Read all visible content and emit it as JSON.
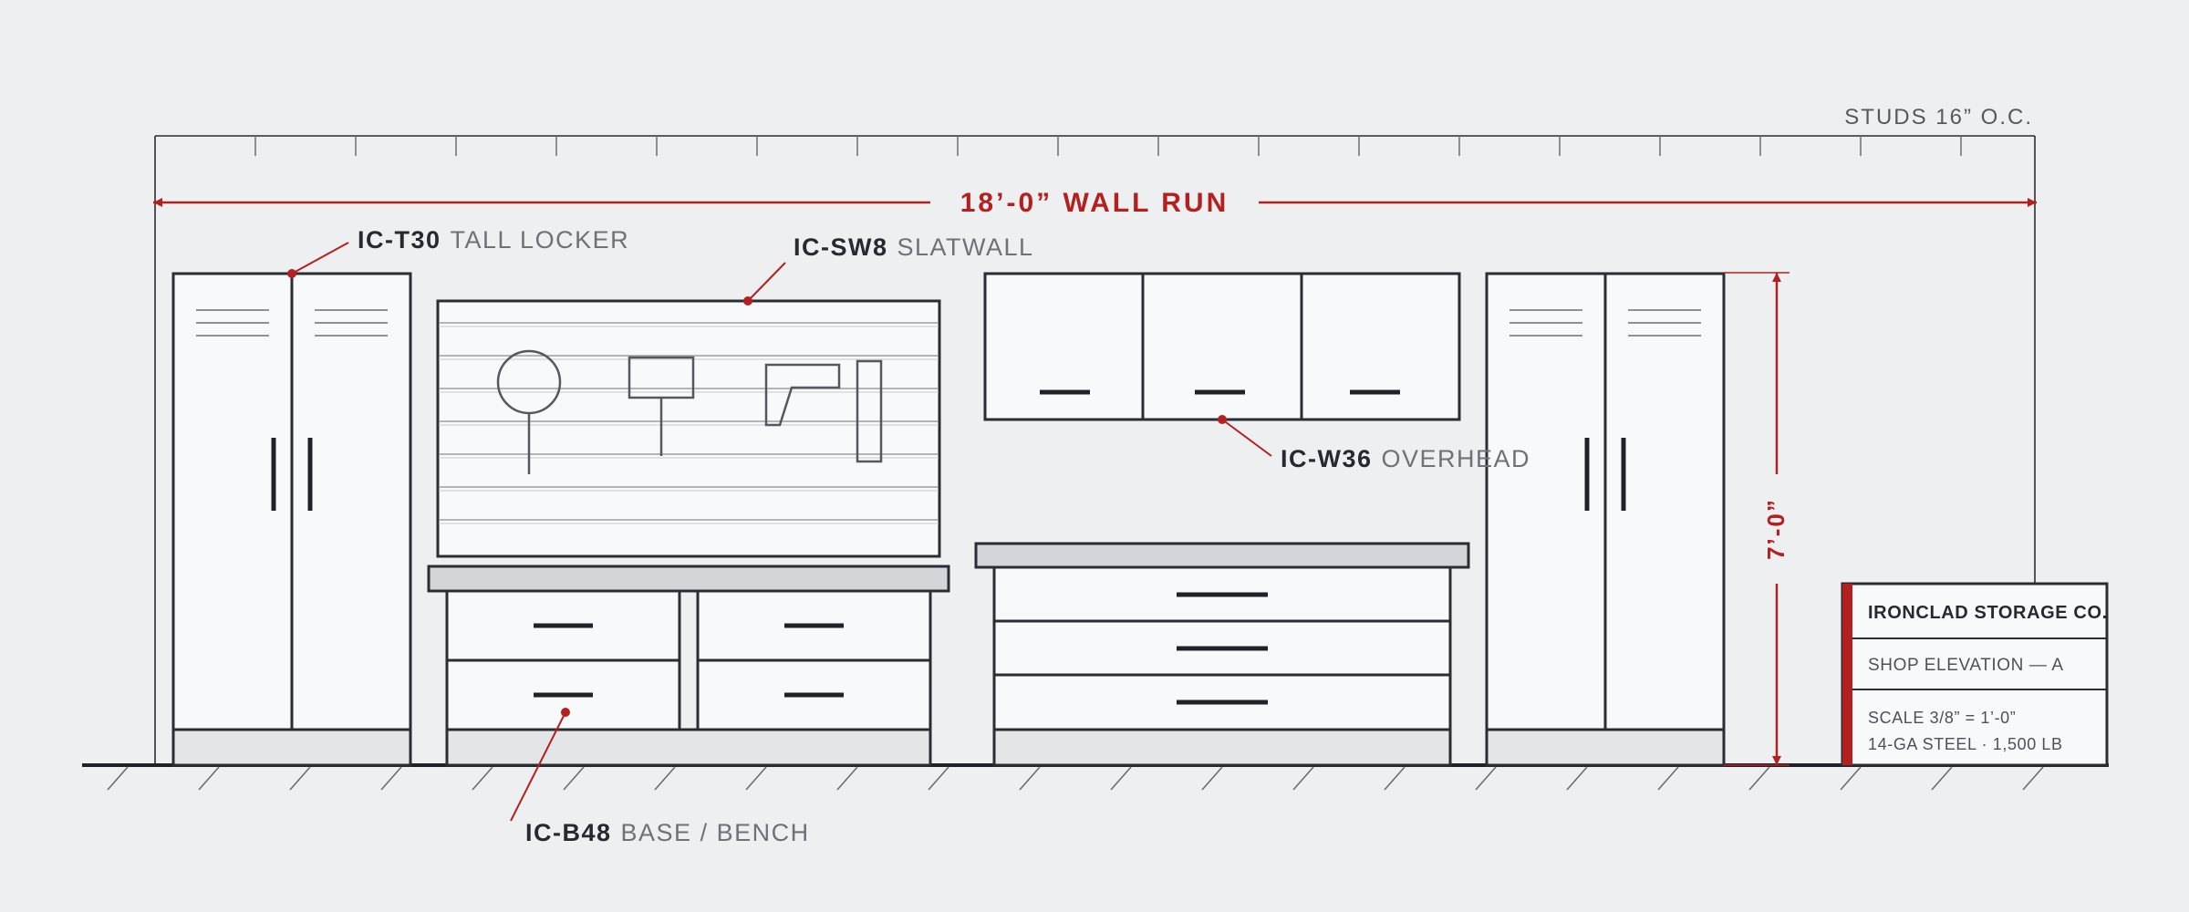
{
  "drawing": {
    "studs_note": "STUDS 16” O.C.",
    "wall_run": "18’-0” WALL RUN",
    "height_dim": "7’-0”"
  },
  "callouts": [
    {
      "code": "IC-T30",
      "desc": "TALL LOCKER"
    },
    {
      "code": "IC-SW8",
      "desc": "SLATWALL"
    },
    {
      "code": "IC-W36",
      "desc": "OVERHEAD"
    },
    {
      "code": "IC-B48",
      "desc": "BASE / BENCH"
    }
  ],
  "title_block": {
    "company": "IRONCLAD STORAGE CO.",
    "sheet": "SHOP ELEVATION — A",
    "scale": "SCALE 3/8” = 1’-0”",
    "spec": "14-GA STEEL · 1,500 LB"
  },
  "colors": {
    "accent": "#b3201f",
    "line": "#2a2d33",
    "panel": "#f8f9fa",
    "countertop": "#d4d5d8",
    "toe_kick": "#e4e5e7",
    "background": "#eeeff0"
  },
  "icons": [
    "dimension-arrow",
    "leader-dot",
    "hatch-mark"
  ]
}
